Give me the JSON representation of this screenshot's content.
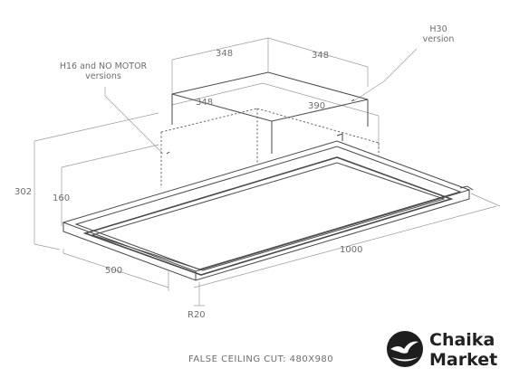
{
  "dimensions": {
    "top_left_width": "348",
    "top_right_width": "348",
    "inner_left_width": "348",
    "inner_right_width": "390",
    "total_height": "302",
    "body_height": "160",
    "depth": "500",
    "length": "1000",
    "radius": "R20"
  },
  "labels": {
    "h16_line1": "H16 and NO MOTOR",
    "h16_line2": "versions",
    "h30_line1": "H30",
    "h30_line2": "version"
  },
  "caption": "FALSE CEILING CUT: 480X980",
  "logo": {
    "line1": "Chaika",
    "line2": "Market"
  },
  "colors": {
    "line": "#4a4a4a",
    "dimension": "#9a9a9a",
    "text": "#6d6d6d",
    "logo": "#222222"
  }
}
